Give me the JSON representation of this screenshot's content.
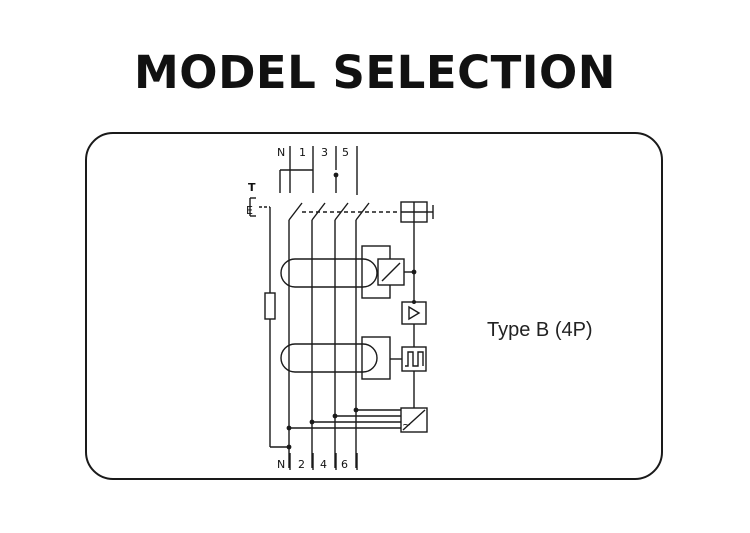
{
  "title": "MODEL SELECTION",
  "diagram": {
    "type_label": "Type B (4P)",
    "terminals_top": [
      "N",
      "1",
      "3",
      "5"
    ],
    "terminals_bottom": [
      "N",
      "2",
      "4",
      "6"
    ],
    "test_label": "T",
    "test_sub_label": "E"
  },
  "colors": {
    "line": "#1a1a1a",
    "text": "#111111",
    "background": "#ffffff"
  }
}
